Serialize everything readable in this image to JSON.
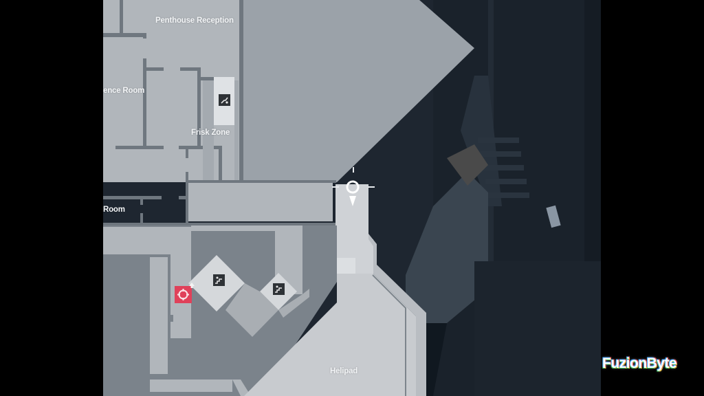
{
  "map": {
    "rooms": [
      {
        "id": "penthouse-reception",
        "label": "Penthouse Reception"
      },
      {
        "id": "conference-room",
        "label": "ence Room"
      },
      {
        "id": "frisk-zone",
        "label": "Frisk Zone"
      },
      {
        "id": "room-west",
        "label": "Room"
      },
      {
        "id": "helipad",
        "label": "Helipad"
      }
    ],
    "markers": {
      "player": "player-location-marker",
      "target": "target-crosshair-marker",
      "stairs_up": "stairs-up-icon",
      "stairs": "stairs-icon"
    },
    "colors": {
      "floor_light": "#b3b8bd",
      "floor_mid": "#9aa0a6",
      "floor_dark": "#7b838b",
      "wall": "#6f777f",
      "highlight": "#d6d9dc",
      "target_red": "#e0415a",
      "background_scene": "#1f2731"
    }
  },
  "watermark": {
    "text": "FuzionByte"
  }
}
